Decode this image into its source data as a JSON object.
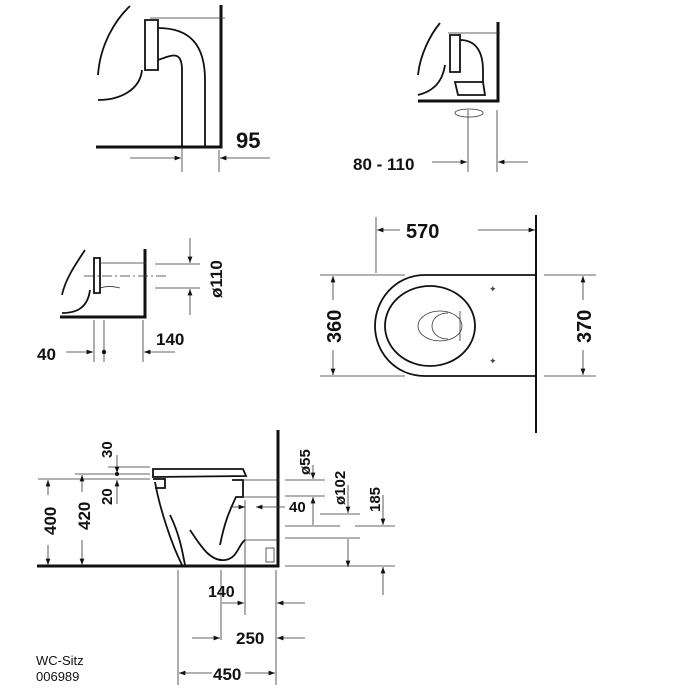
{
  "drawing": {
    "top_left": {
      "dim_horizontal": "95"
    },
    "top_right": {
      "dim_horizontal": "80 - 110"
    },
    "middle_left": {
      "dim_diameter": "ø110",
      "dim_left": "40",
      "dim_right": "140"
    },
    "plan_view": {
      "dim_length": "570",
      "dim_width_left": "360",
      "dim_width_right": "370"
    },
    "side_view": {
      "dim_seat_gap": "30",
      "dim_seat_thickness": "20",
      "dim_height_400": "400",
      "dim_height_420": "420",
      "dim_d55": "ø55",
      "dim_d102": "ø102",
      "dim_40": "40",
      "dim_185": "185",
      "dim_140": "140",
      "dim_250": "250",
      "dim_450": "450"
    },
    "note": {
      "line1": "WC-Sitz",
      "line2": "006989"
    }
  }
}
